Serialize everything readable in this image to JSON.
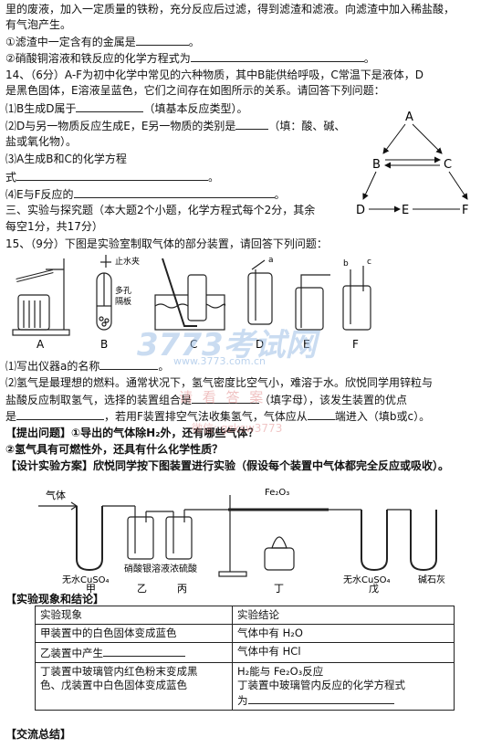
{
  "lines": {
    "l1": "里的废液，加入一定质量的铁粉，充分反应后过滤，得到滤渣和滤液。向滤渣中加入稀盐酸，",
    "l2": "有气泡产生。",
    "l3": "①滤渣中一定含有的金属是",
    "l4": "②硝酸铜溶液和铁反应的化学方程式为",
    "q14a": "14、（6分）A-F为初中化学中常见的六种物质，其中B能供给呼吸，C常温下是液体，D",
    "q14b": "是黑色固体，E溶液呈蓝色，它们之间存在如图所示的关系。请回答下列问题：",
    "q14c1": "⑴B生成D属于",
    "q14c2": "（填基本反应类型）。",
    "q14d1": "⑵D与另一物质反应生成E，E另一物质的类别是",
    "q14d2": "（填：酸、碱、",
    "q14e": "盐或氧化物）。",
    "q14f": "⑶A生成B和C的化学方程",
    "q14g1": "式",
    "q14g2": "。",
    "q14h1": "⑷E与F反应的",
    "q14h2": "。",
    "s3a": "三、实验与探究题（本大题2个小题，化学方程式每个2分，其余",
    "s3b": "每空1分，共17分）",
    "q15": "15、（9分）下图是实验室制取气体的部分装置，请回答下列问题：",
    "q15_1a": "⑴写出仪器a的名称",
    "q15_1b": "。",
    "q15_2a": "⑵氢气是最理想的燃料。通常状况下，氢气密度比空气小，难溶于水。欣悦同学用锌粒与",
    "q15_2b1": "盐酸反应制取氢气，选择的装置组合是",
    "q15_2b2": "（填字母），该发生装置的优点",
    "q15_2c1": "是",
    "q15_2c2": "，若用F装置排空气法收集氢气，气体应从",
    "q15_2c3": "端进入（填b或c）。",
    "ask1": "【提出问题】①导出的气体除H₂外，还有哪些气体？",
    "ask2": "②氢气具有可燃性外，还具有什么化学性质？",
    "design": "【设计实验方案】欣悦同学按下图装置进行实验（假设每个装置中气体都完全反应或吸收）。",
    "result_head": "【实验现象和结论】",
    "summary": "【交流总结】"
  },
  "triangle": {
    "A": "A",
    "B": "B",
    "C": "C",
    "D": "D",
    "E": "E",
    "F": "F"
  },
  "apparatus": {
    "labels": [
      "A",
      "B",
      "C",
      "D",
      "E",
      "F"
    ],
    "stop_clip": "止水夹",
    "porous": "多孔",
    "plate": "隔板",
    "a": "a",
    "b": "b",
    "c": "c"
  },
  "train": {
    "gas": "气体",
    "fe2o3": "Fe₂O₃",
    "cuso4_1": "无水CuSO₄",
    "agno3": "硝酸银溶液",
    "h2so4": "浓硫酸",
    "cuso4_2": "无水CuSO₄",
    "lime": "碱石灰",
    "jia": "甲",
    "yi": "乙",
    "bing": "丙",
    "ding": "丁",
    "wu": "戊"
  },
  "table": {
    "head_left": "实验现象",
    "head_right": "实验结论",
    "r1_left": "甲装置中的白色固体变成蓝色",
    "r1_right": "气体中有 H₂O",
    "r2_left": "乙装置中产生",
    "r2_right": "气体中有 HCl",
    "r3_left_a": "丁装置中玻璃管内红色粉末变成黑",
    "r3_left_b": "色、戊装置中白色固体变成蓝色",
    "r3_right_a": "H₂能与 Fe₂O₃反应",
    "r3_right_b": "丁装置中玻璃管内反应的化学方程式",
    "r3_right_c": "为"
  },
  "watermark": {
    "logo": "3773考试网",
    "url": "www.3773.com.cn",
    "stamp": "请  看  答  案",
    "wx": "微信: gzksw3773"
  },
  "colors": {
    "watermark_blue": "#9fc0e6",
    "watermark_red": "#e38f8f"
  }
}
